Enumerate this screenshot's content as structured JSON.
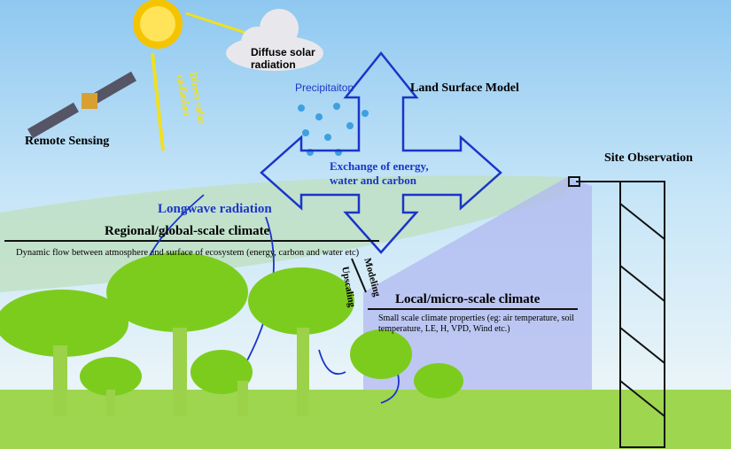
{
  "labels": {
    "remote_sensing": "Remote Sensing",
    "direct_solar": "Direct solar radiation",
    "diffuse_solar": "Diffuse solar radiation",
    "precipitation": "Precipitaiton",
    "land_surface_model": "Land Surface Model",
    "exchange": "Exchange of energy, water and carbon",
    "site_observation": "Site Observation",
    "longwave": "Longwave radiation",
    "regional": "Regional/global-scale climate",
    "dynamic_flow": "Dynamic flow between atmosphere and  surface of ecosystem (energy, carbon and water  etc)",
    "local": "Local/micro-scale climate",
    "small_scale": "Small scale climate properties (eg: air temperature, soil temperature, LE, H, VPD, Wind etc.)",
    "modeling": "Modeling",
    "upscaling": "Upscaling"
  },
  "colors": {
    "sun": "#f5c400",
    "arrow_blue": "#1a35c8",
    "yellow": "#f0e020",
    "tree": "#7ccc1e"
  }
}
